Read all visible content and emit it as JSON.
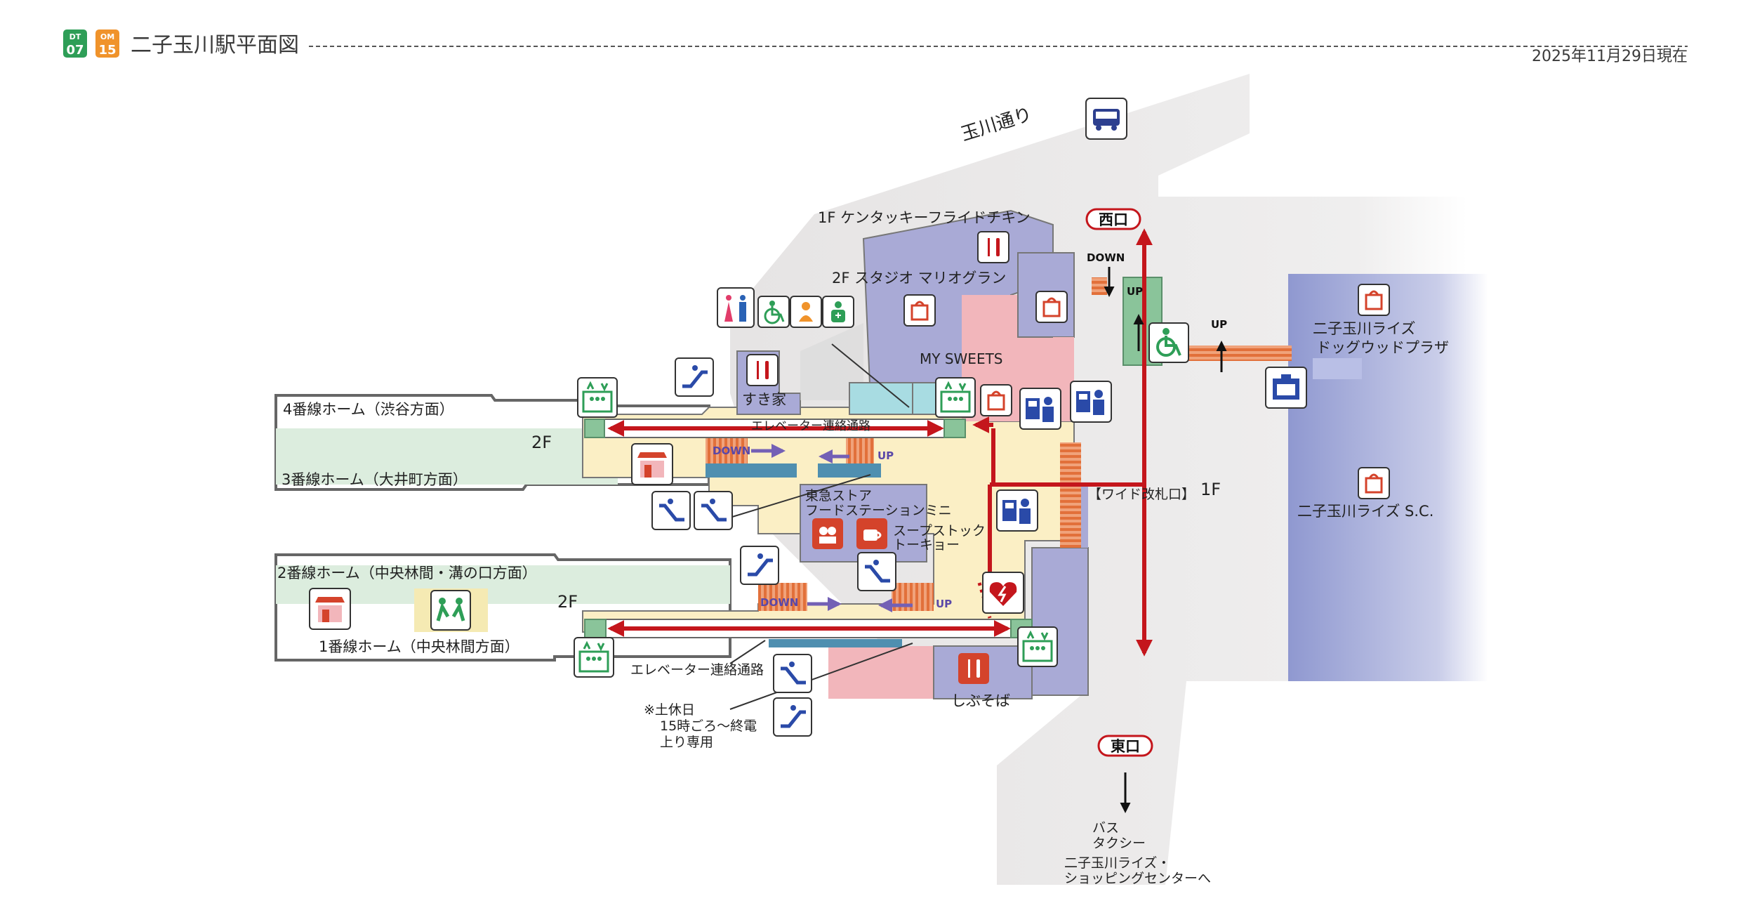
{
  "header": {
    "badge_dt": [
      "DT",
      "07"
    ],
    "badge_om": [
      "OM",
      "15"
    ],
    "title": "二子玉川駅平面図",
    "date": "2025年11月29日現在"
  },
  "streets": {
    "tamagawa": "玉川通り"
  },
  "exits": {
    "west": "西口",
    "east": "東口"
  },
  "floors": {
    "f2_upper": "2F",
    "f2_lower": "2F",
    "f1": "1F"
  },
  "platforms": {
    "p4": "4番線ホーム（渋谷方面）",
    "p3": "3番線ホーム（大井町方面）",
    "p2": "2番線ホーム（中央林間・溝の口方面）",
    "p1": "1番線ホーム（中央林間方面）"
  },
  "shops": {
    "kfc": "1F ケンタッキーフライドチキン",
    "mario": "2F スタジオ マリオグラン",
    "mysweets": "MY SWEETS",
    "sukiya": "すき家",
    "foodstation": [
      "東急ストア",
      "フードステーションミニ"
    ],
    "soupstock": [
      "スープストック",
      "トーキョー"
    ],
    "shibusoba": "しぶそば",
    "rise_dogwood": [
      "二子玉川ライズ",
      "ドッグウッドプラザ"
    ],
    "rise_sc": "二子玉川ライズ S.C."
  },
  "labels": {
    "elevator_link_upper": "エレベーター連絡通路",
    "elevator_link_lower": "エレベーター連絡通路",
    "wide_gate": "【ワイド改札口】",
    "down": "DOWN",
    "up": "UP",
    "note": [
      "※土休日",
      "15時ごろ～終電",
      "上り専用"
    ],
    "dest": [
      "バス",
      "タクシー",
      "二子玉川ライズ・",
      "ショッピングセンターへ"
    ]
  },
  "colors": {
    "dt_green": "#2e9e57",
    "om_orange": "#f0932b",
    "route_red": "#c4161c",
    "concourse": "#fbefc5",
    "platform_green": "#dfeee2",
    "shop_lavender": "#a9aad6",
    "shop_pink": "#f2b6bb",
    "rise_blue": "#9aa3d6",
    "road_gray": "#e5e3e3",
    "escalator_orange": "#e87a3d"
  },
  "icons": [
    "toilet-icon",
    "wheelchair-icon",
    "baby-icon",
    "ostomate-icon",
    "elevator-icon",
    "escalator-icon",
    "restaurant-icon",
    "shopping-icon",
    "ticket-machine-icon",
    "locker-icon",
    "aed-icon",
    "bus-icon",
    "cafe-icon",
    "shop-stall-icon",
    "waiting-room-icon"
  ]
}
